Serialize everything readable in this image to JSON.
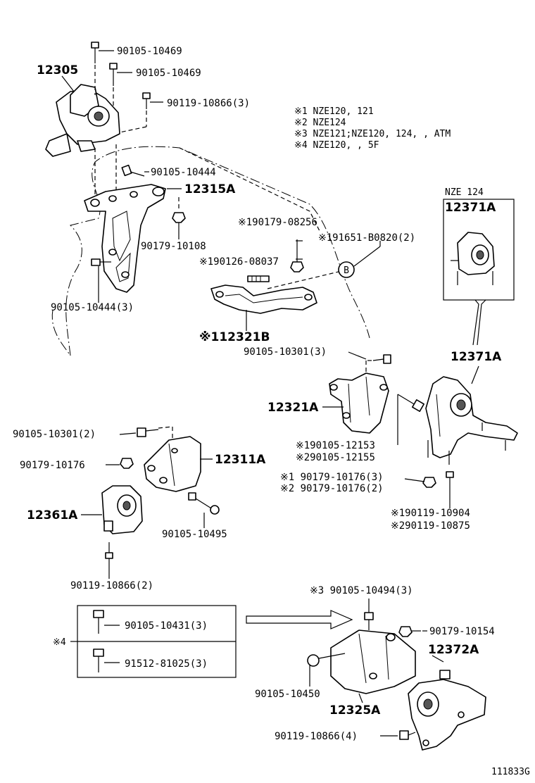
{
  "variant_notes": [
    "※1 NZE120, 121",
    "※2 NZE124",
    "※3 NZE121;NZE120, 124, , ATM",
    "※4 NZE120, , 5F"
  ],
  "inset_title": "NZE 124",
  "callout_letter": "B",
  "legend_marker": "※4",
  "figure_code": "111833G",
  "labels": {
    "p12305": "12305",
    "p12315A": "12315A",
    "p12321B": "※112321B",
    "p12321A": "12321A",
    "p12311A": "12311A",
    "p12361A": "12361A",
    "p12371A_inset": "12371A",
    "p12371A": "12371A",
    "p12372A": "12372A",
    "p12325A": "12325A",
    "b90105_10469_a": "90105-10469",
    "b90105_10469_b": "90105-10469",
    "b90119_10866_3": "90119-10866(3)",
    "b90105_10444": "90105-10444",
    "b90179_10108": "90179-10108",
    "b90179_08256": "※190179-08256",
    "b91651_B0820": "※191651-B0820(2)",
    "b90126_08037": "※190126-08037",
    "b90105_10444_3": "90105-10444(3)",
    "b90105_10301_3": "90105-10301(3)",
    "b90105_10301_2": "90105-10301(2)",
    "b90179_10176": "90179-10176",
    "b90105_12153": "※190105-12153",
    "b90105_12155": "※290105-12155",
    "b90179_10176_3": "※1 90179-10176(3)",
    "b90179_10176_2": "※2 90179-10176(2)",
    "b90119_10904": "※190119-10904",
    "b90119_10875": "※290119-10875",
    "b90105_10495": "90105-10495",
    "b90119_10866_2": "90119-10866(2)",
    "b90105_10494_3": "※3 90105-10494(3)",
    "b90179_10154": "90179-10154",
    "b90105_10450": "90105-10450",
    "b90119_10866_4": "90119-10866(4)",
    "b90105_10431_3": "90105-10431(3)",
    "b91512_81025_3": "91512-81025(3)"
  }
}
